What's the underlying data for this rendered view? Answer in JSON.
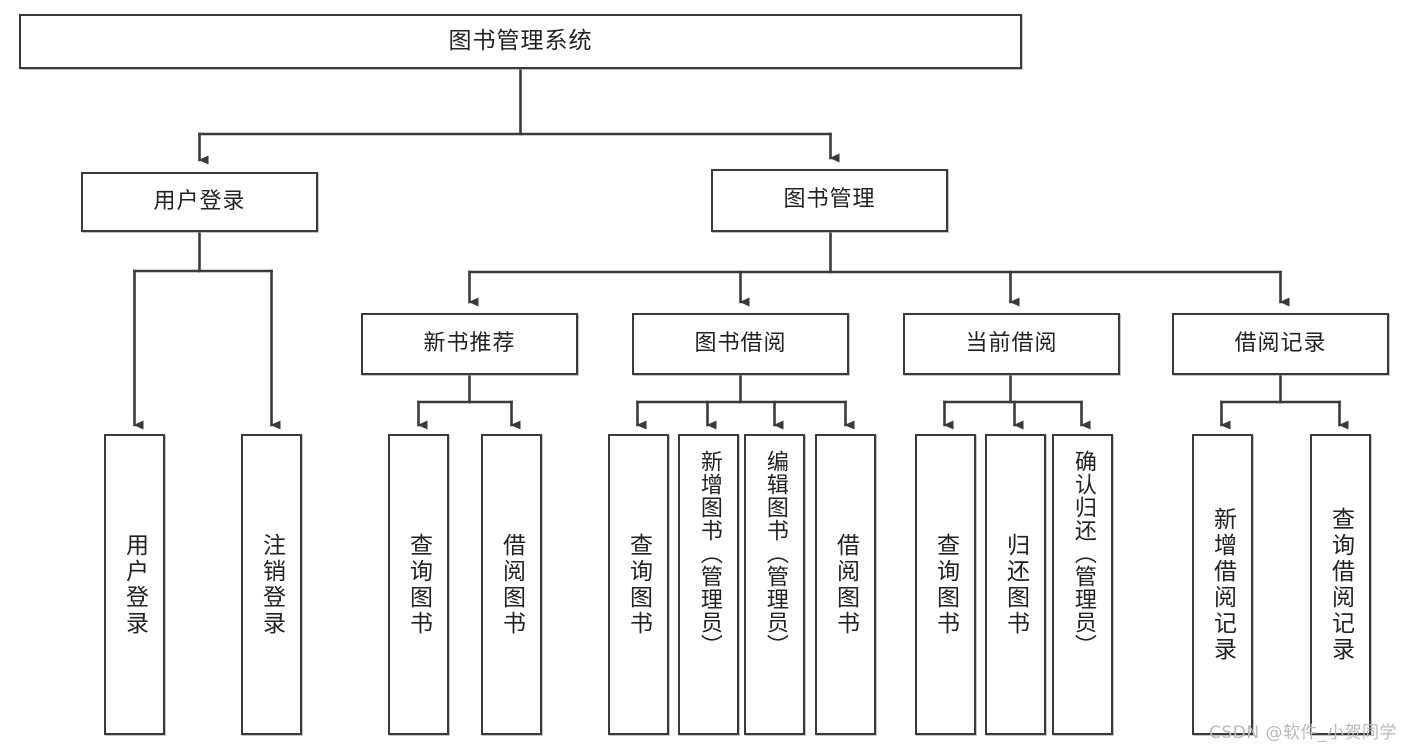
{
  "diagram": {
    "title": "图书管理系统",
    "type": "tree-hierarchy-chart",
    "watermark": "CSDN @软件_小贺同学",
    "colors": {
      "stroke": "#3a3a3a",
      "fill": "#ffffff",
      "text": "#222222",
      "watermark": "#b9b9b9"
    },
    "root": {
      "label": "图书管理系统"
    },
    "level2": [
      {
        "label": "用户登录"
      },
      {
        "label": "图书管理"
      }
    ],
    "level3": [
      {
        "label": "新书推荐"
      },
      {
        "label": "图书借阅"
      },
      {
        "label": "当前借阅"
      },
      {
        "label": "借阅记录"
      }
    ],
    "leaves": {
      "user_login": [
        {
          "label": "用户登录"
        },
        {
          "label": "注销登录"
        }
      ],
      "new_book_recommend": [
        {
          "label": "查询图书"
        },
        {
          "label": "借阅图书"
        }
      ],
      "book_borrow": [
        {
          "label": "查询图书"
        },
        {
          "label": "新增图书（管理员）"
        },
        {
          "label": "编辑图书（管理员）"
        },
        {
          "label": "借阅图书"
        }
      ],
      "current_borrow": [
        {
          "label": "查询图书"
        },
        {
          "label": "归还图书"
        },
        {
          "label": "确认归还（管理员）"
        }
      ],
      "borrow_records": [
        {
          "label": "新增借阅记录"
        },
        {
          "label": "查询借阅记录"
        }
      ]
    }
  }
}
